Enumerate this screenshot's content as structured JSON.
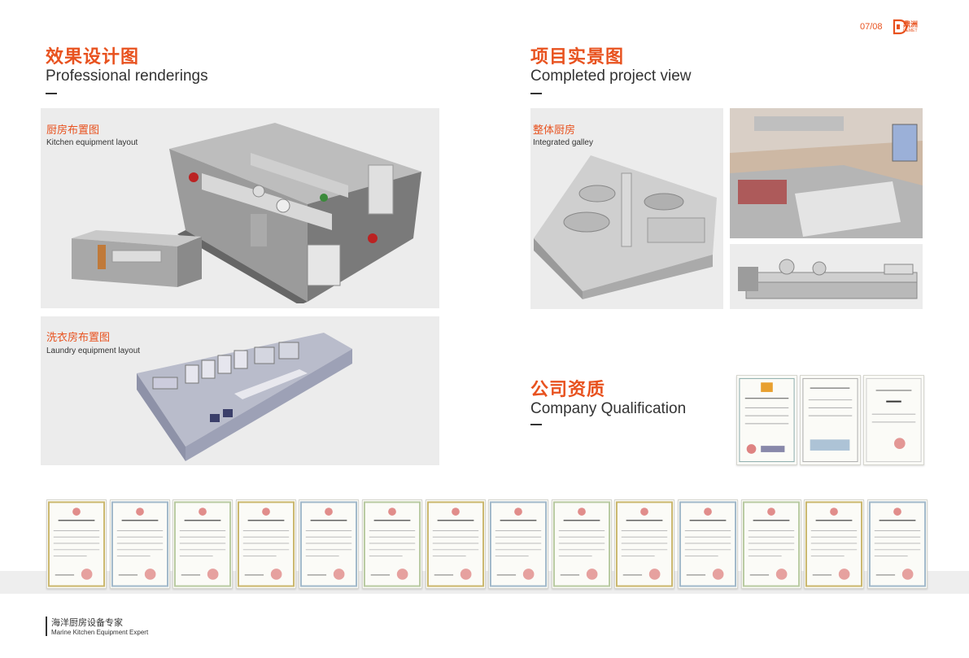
{
  "header": {
    "page_number": "07/08",
    "brand_cn": "鼎洲",
    "brand_en": "DEMET"
  },
  "left": {
    "title_cn": "效果设计图",
    "title_en": "Professional renderings",
    "kitchen": {
      "label_cn": "厨房布置图",
      "label_en": "Kitchen equipment layout"
    },
    "laundry": {
      "label_cn": "洗衣房布置图",
      "label_en": "Laundry equipment layout"
    }
  },
  "right": {
    "title_cn": "项目实景图",
    "title_en": "Completed project view",
    "galley": {
      "label_cn": "整体厨房",
      "label_en": "Integrated galley"
    },
    "qualification": {
      "title_cn": "公司资质",
      "title_en": "Company Qualification"
    }
  },
  "certificates": {
    "count": 14
  },
  "footer": {
    "slogan_cn": "海洋厨房设备专家",
    "slogan_en": "Marine Kitchen Equipment Expert"
  },
  "colors": {
    "accent": "#e8521f",
    "panel": "#ececec",
    "band": "#eeeeee"
  }
}
